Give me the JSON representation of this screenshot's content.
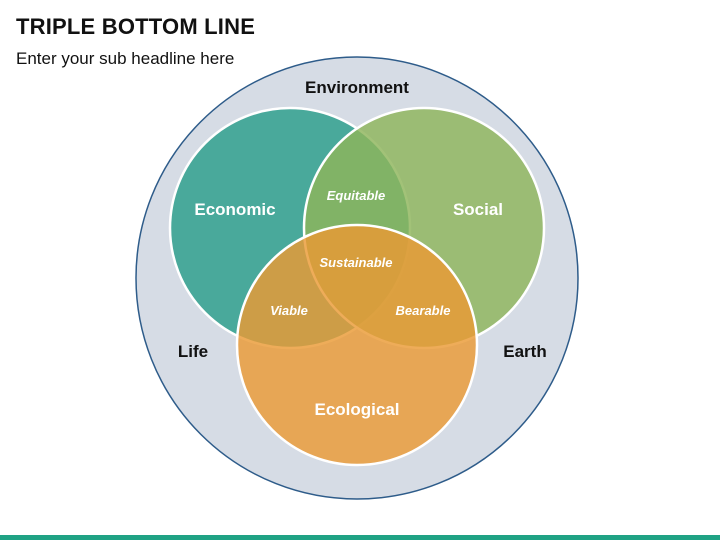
{
  "header": {
    "title": "TRIPLE BOTTOM LINE",
    "subtitle": "Enter your sub headline here"
  },
  "outer": {
    "top_label": "Environment",
    "left_label": "Life",
    "right_label": "Earth"
  },
  "circles": {
    "economic": "Economic",
    "social": "Social",
    "ecological": "Ecological"
  },
  "overlaps": {
    "equitable": "Equitable",
    "viable": "Viable",
    "bearable": "Bearable",
    "sustainable": "Sustainable"
  },
  "colors": {
    "outer_fill": "#D6DCE5",
    "outer_stroke": "#2E5C8A",
    "economic": "#2A9D8A",
    "social": "#8DB55A",
    "ecological": "#EA9A35",
    "bottom_bar": "#1FA284"
  }
}
